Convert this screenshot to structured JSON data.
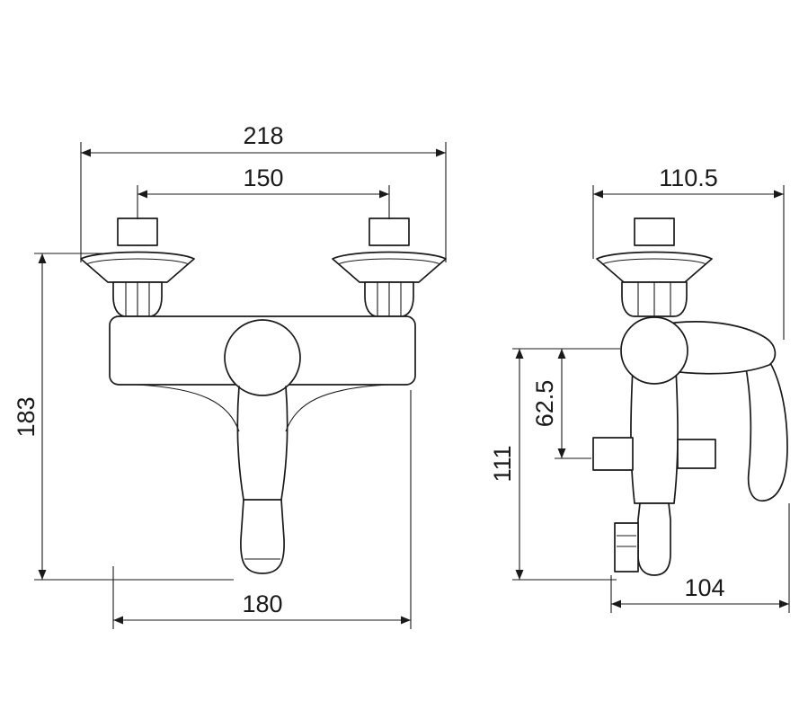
{
  "dims": {
    "front": {
      "overall_width": "218",
      "hole_spacing": "150",
      "overall_height": "183",
      "body_width": "180"
    },
    "side": {
      "overall_depth": "110.5",
      "total_height": "111",
      "upper_height": "62.5",
      "body_depth": "104"
    }
  },
  "colors": {
    "line": "#1a1a1a",
    "background": "#ffffff"
  }
}
